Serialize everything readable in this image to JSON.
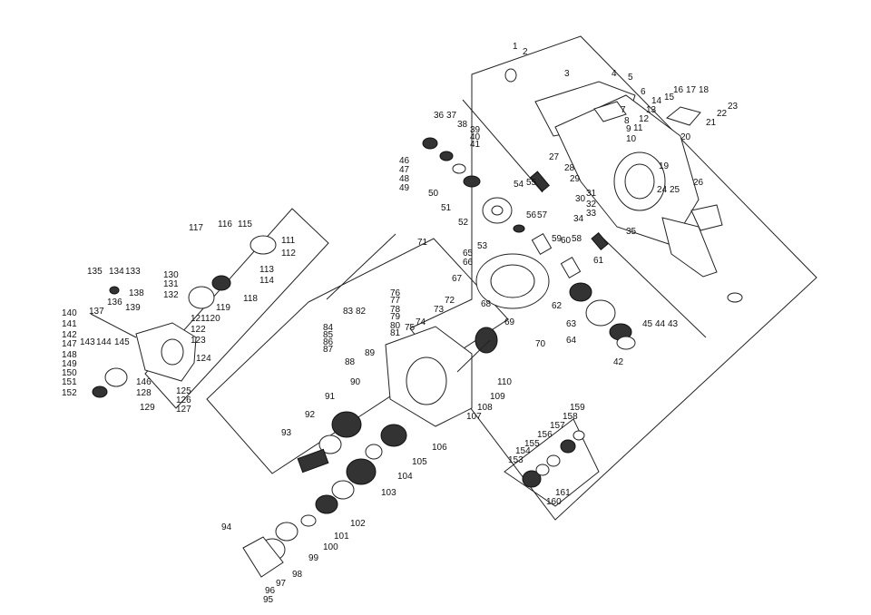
{
  "figure": {
    "callouts": [
      "1",
      "2",
      "3",
      "4",
      "5",
      "6",
      "7",
      "8",
      "9",
      "10",
      "11",
      "12",
      "13",
      "14",
      "15",
      "16",
      "17",
      "18",
      "19",
      "20",
      "21",
      "22",
      "23",
      "24",
      "25",
      "26",
      "27",
      "28",
      "29",
      "30",
      "31",
      "32",
      "33",
      "34",
      "35",
      "36",
      "37",
      "38",
      "39",
      "40",
      "41",
      "42",
      "43",
      "44",
      "45",
      "46",
      "47",
      "48",
      "49",
      "50",
      "51",
      "52",
      "53",
      "54",
      "55",
      "56",
      "57",
      "58",
      "59",
      "60",
      "61",
      "62",
      "63",
      "64",
      "65",
      "66",
      "67",
      "68",
      "69",
      "70",
      "71",
      "72",
      "73",
      "74",
      "75",
      "76",
      "77",
      "78",
      "79",
      "80",
      "81",
      "82",
      "83",
      "84",
      "85",
      "86",
      "87",
      "88",
      "89",
      "90",
      "91",
      "92",
      "93",
      "94",
      "95",
      "96",
      "97",
      "98",
      "99",
      "100",
      "101",
      "102",
      "103",
      "104",
      "105",
      "106",
      "107",
      "108",
      "109",
      "110",
      "111",
      "112",
      "113",
      "114",
      "115",
      "116",
      "117",
      "118",
      "119",
      "120",
      "121",
      "122",
      "123",
      "124",
      "125",
      "126",
      "127",
      "128",
      "129",
      "130",
      "131",
      "132",
      "133",
      "134",
      "135",
      "136",
      "137",
      "138",
      "139",
      "140",
      "141",
      "142",
      "143",
      "144",
      "145",
      "146",
      "147",
      "148",
      "149",
      "150",
      "151",
      "152",
      "153",
      "154",
      "155",
      "156",
      "157",
      "158",
      "159",
      "160",
      "161"
    ]
  }
}
